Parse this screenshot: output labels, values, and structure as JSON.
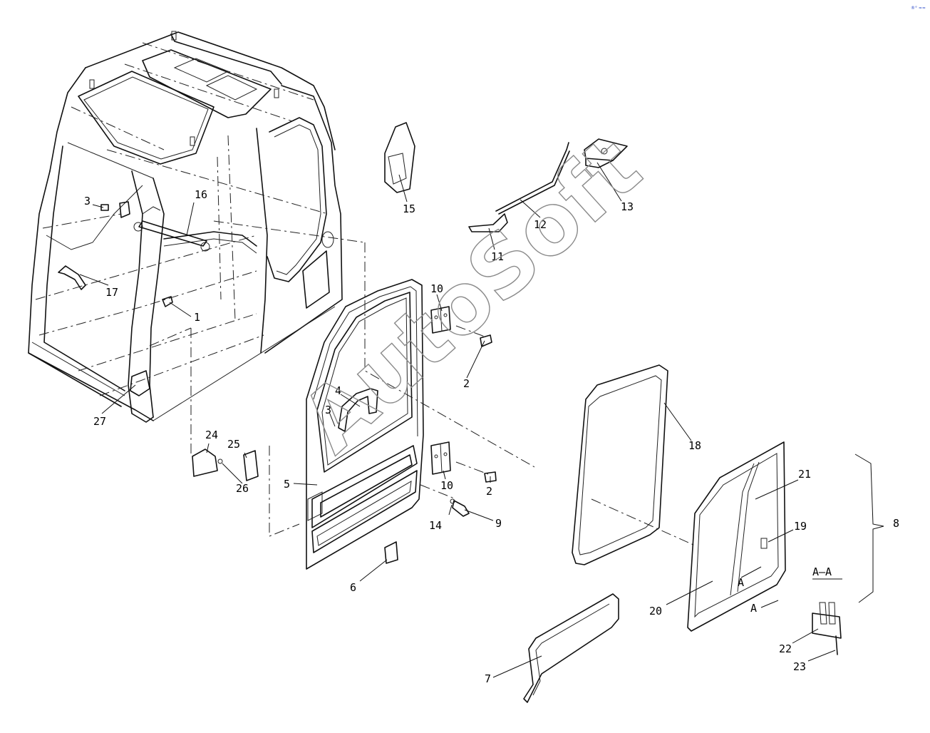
{
  "watermark": "AutoSoft",
  "corner_mark": "®° ≈≈",
  "section_label": "A—A",
  "arrow_labels": [
    "A",
    "A"
  ],
  "callouts": [
    {
      "id": "c1",
      "text": "1"
    },
    {
      "id": "c2a",
      "text": "2"
    },
    {
      "id": "c2b",
      "text": "2"
    },
    {
      "id": "c3a",
      "text": "3"
    },
    {
      "id": "c3b",
      "text": "3"
    },
    {
      "id": "c4",
      "text": "4"
    },
    {
      "id": "c5",
      "text": "5"
    },
    {
      "id": "c6",
      "text": "6"
    },
    {
      "id": "c7",
      "text": "7"
    },
    {
      "id": "c8",
      "text": "8"
    },
    {
      "id": "c9",
      "text": "9"
    },
    {
      "id": "c10a",
      "text": "10"
    },
    {
      "id": "c10b",
      "text": "10"
    },
    {
      "id": "c11",
      "text": "11"
    },
    {
      "id": "c12",
      "text": "12"
    },
    {
      "id": "c13",
      "text": "13"
    },
    {
      "id": "c14",
      "text": "14"
    },
    {
      "id": "c15",
      "text": "15"
    },
    {
      "id": "c16",
      "text": "16"
    },
    {
      "id": "c17",
      "text": "17"
    },
    {
      "id": "c18",
      "text": "18"
    },
    {
      "id": "c19",
      "text": "19"
    },
    {
      "id": "c20",
      "text": "20"
    },
    {
      "id": "c21",
      "text": "21"
    },
    {
      "id": "c22",
      "text": "22"
    },
    {
      "id": "c23",
      "text": "23"
    },
    {
      "id": "c24",
      "text": "24"
    },
    {
      "id": "c25",
      "text": "25"
    },
    {
      "id": "c26",
      "text": "26"
    },
    {
      "id": "c27",
      "text": "27"
    }
  ]
}
